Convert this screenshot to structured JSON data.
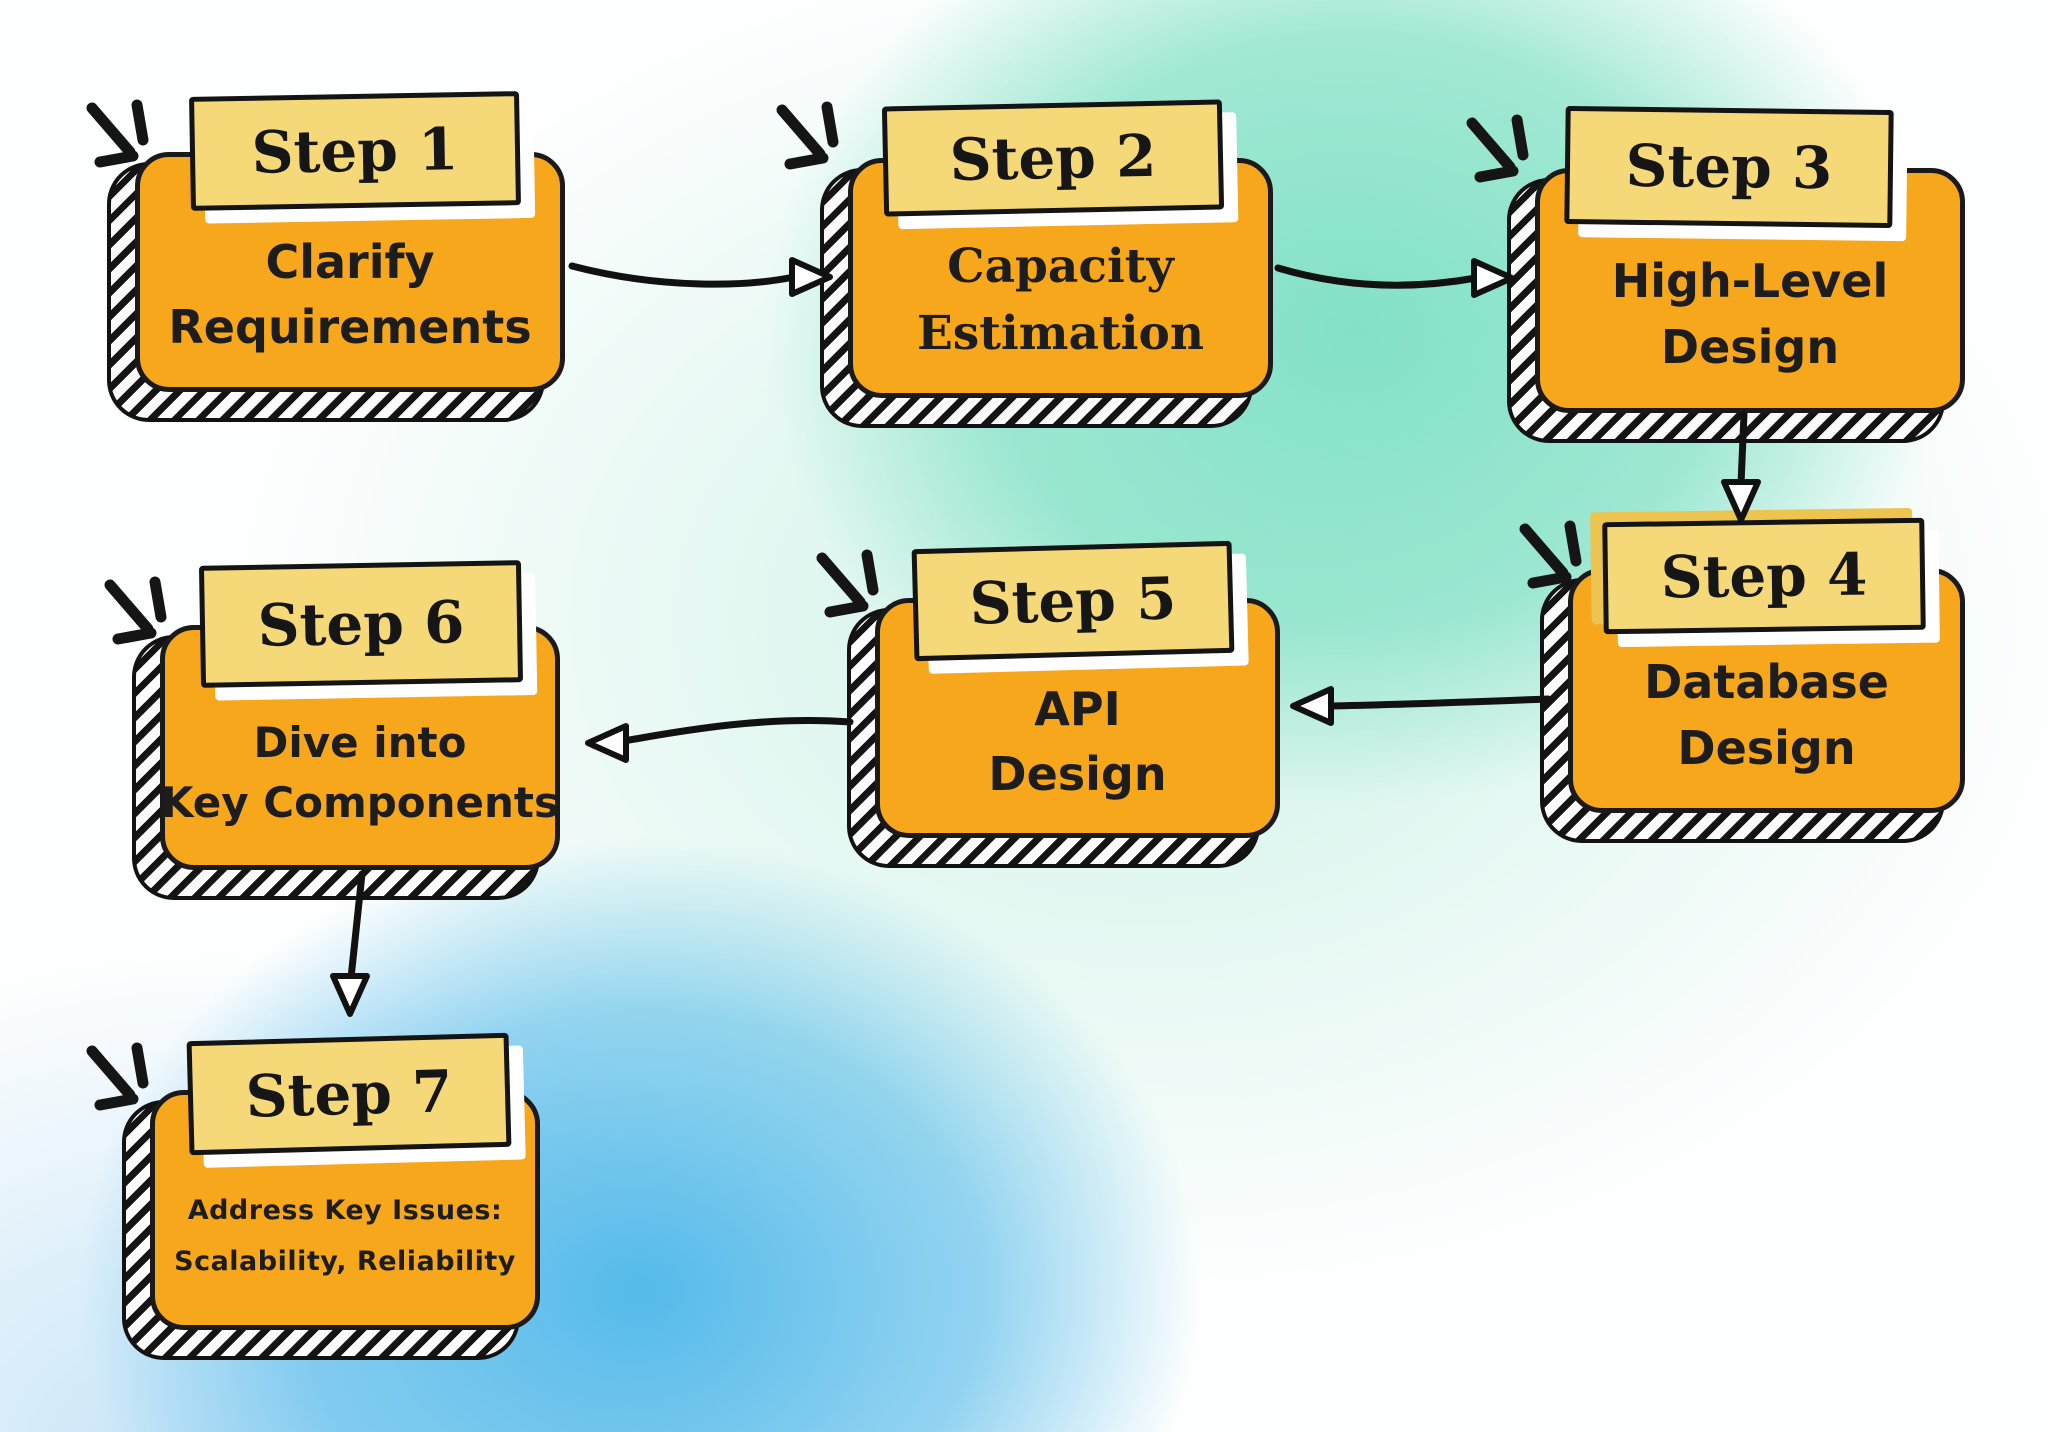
{
  "diagram_title": "",
  "steps": [
    {
      "label": "Step 1",
      "lines": [
        "Clarify",
        "Requirements"
      ]
    },
    {
      "label": "Step 2",
      "lines": [
        "Capacity",
        "Estimation"
      ]
    },
    {
      "label": "Step 3",
      "lines": [
        "High-Level",
        "Design"
      ]
    },
    {
      "label": "Step 4",
      "lines": [
        "Database",
        "Design"
      ]
    },
    {
      "label": "Step 5",
      "lines": [
        "API",
        "Design"
      ]
    },
    {
      "label": "Step 6",
      "lines": [
        "Dive into",
        "Key Components"
      ]
    },
    {
      "label": "Step 7",
      "lines": [
        "Address Key Issues:",
        "Scalability, Reliability"
      ]
    }
  ],
  "flow": {
    "edges": [
      {
        "from": "Step 1",
        "to": "Step 2",
        "direction": "right"
      },
      {
        "from": "Step 2",
        "to": "Step 3",
        "direction": "right"
      },
      {
        "from": "Step 3",
        "to": "Step 4",
        "direction": "down"
      },
      {
        "from": "Step 4",
        "to": "Step 5",
        "direction": "left"
      },
      {
        "from": "Step 5",
        "to": "Step 6",
        "direction": "left"
      },
      {
        "from": "Step 6",
        "to": "Step 7",
        "direction": "down"
      }
    ]
  },
  "colors": {
    "box_fill": "#F7A71C",
    "label_fill": "#F5D878",
    "label_shadow_white": "#FFFFFF",
    "label_shadow_yellow": "#EDC44F",
    "outline": "#1A1A1A",
    "text": "#1D1D1D",
    "background_teal": "#7EE0C5",
    "background_blue": "#4DB7E9",
    "background_base": "#FDFEFE"
  }
}
